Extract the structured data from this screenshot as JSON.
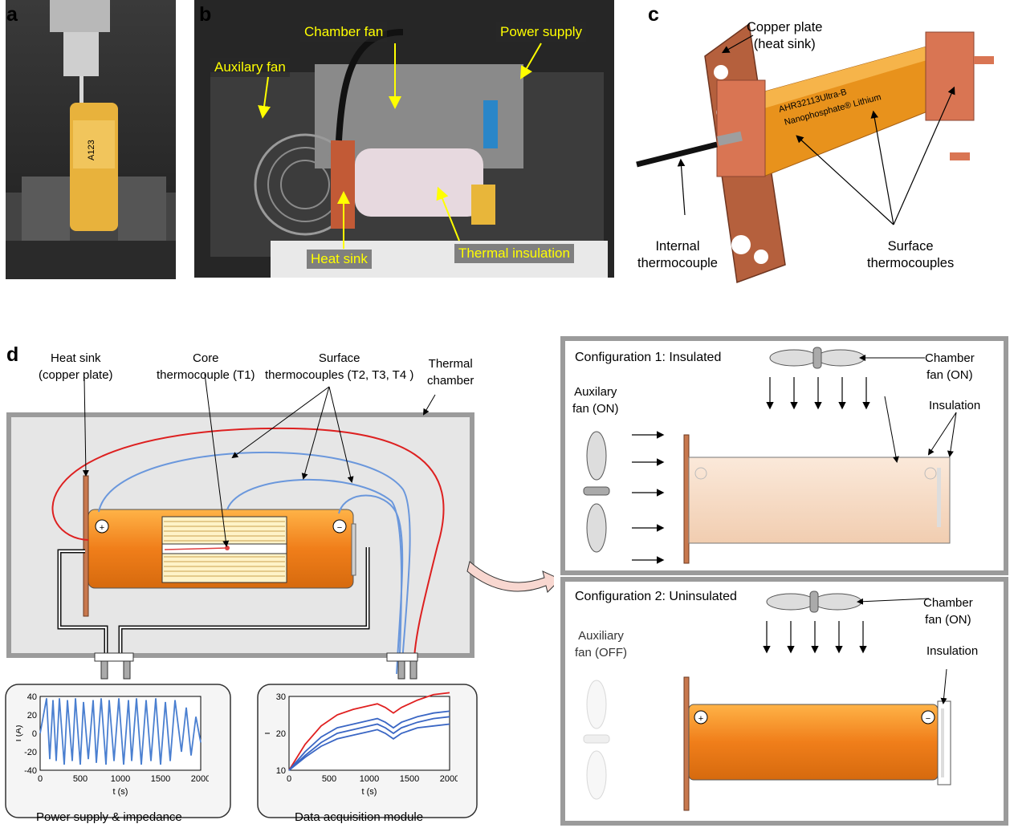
{
  "panel_a": {
    "label": "a"
  },
  "panel_b": {
    "label": "b",
    "callouts": {
      "auxiliary_fan": "Auxilary fan",
      "chamber_fan": "Chamber fan",
      "power_supply": "Power supply",
      "heat_sink": "Heat sink",
      "thermal_insulation": "Thermal insulation"
    }
  },
  "panel_c": {
    "label": "c",
    "copper_plate": [
      "Copper plate",
      "(heat sink)"
    ],
    "internal_thermocouple": [
      "Internal",
      "thermocouple"
    ],
    "surface_thermocouples": [
      "Surface",
      "thermocouples"
    ],
    "cell_print": "AHR32113Ultra-B",
    "cell_print_sub": "Nanophosphate® Lithium"
  },
  "panel_d": {
    "label": "d",
    "heat_sink": [
      "Heat sink",
      "(copper plate)"
    ],
    "core_tc": [
      "Core",
      "thermocouple (T1)"
    ],
    "surface_tc": [
      "Surface",
      "thermocouples (T2, T3, T4 )"
    ],
    "chamber": [
      "Thermal",
      "chamber"
    ],
    "plus": "+",
    "minus": "−",
    "caption_left": "Power supply & impedance",
    "caption_right": "Data acquisition module",
    "config1": {
      "title": "Configuration 1: Insulated",
      "chamber_fan": [
        "Chamber",
        "fan (ON)"
      ],
      "aux_fan": [
        "Auxilary",
        "fan (ON)"
      ],
      "insulation": "Insulation"
    },
    "config2": {
      "title": "Configuration 2: Uninsulated",
      "chamber_fan": [
        "Chamber",
        "fan (ON)"
      ],
      "aux_fan": [
        "Auxiliary",
        "fan (OFF)"
      ],
      "insulation": "Insulation"
    }
  },
  "chart_data": [
    {
      "type": "line",
      "title": "",
      "xlabel": "t (s)",
      "ylabel": "I (A)",
      "xlim": [
        0,
        2000
      ],
      "ylim": [
        -40,
        40
      ],
      "xticks": [
        0,
        500,
        1000,
        1500,
        2000
      ],
      "yticks": [
        40,
        20,
        0,
        -20,
        -40
      ],
      "series": [
        {
          "color": "#4a7fd0",
          "values": [
            [
              0,
              0
            ],
            [
              80,
              38
            ],
            [
              120,
              -28
            ],
            [
              160,
              36
            ],
            [
              200,
              -30
            ],
            [
              240,
              38
            ],
            [
              300,
              -34
            ],
            [
              340,
              36
            ],
            [
              400,
              -30
            ],
            [
              440,
              38
            ],
            [
              500,
              -34
            ],
            [
              540,
              34
            ],
            [
              600,
              -28
            ],
            [
              660,
              36
            ],
            [
              700,
              -32
            ],
            [
              760,
              38
            ],
            [
              820,
              -34
            ],
            [
              860,
              36
            ],
            [
              920,
              -30
            ],
            [
              980,
              38
            ],
            [
              1040,
              -34
            ],
            [
              1100,
              36
            ],
            [
              1140,
              -30
            ],
            [
              1200,
              38
            ],
            [
              1260,
              -34
            ],
            [
              1320,
              36
            ],
            [
              1380,
              -30
            ],
            [
              1440,
              38
            ],
            [
              1500,
              -34
            ],
            [
              1560,
              34
            ],
            [
              1620,
              -30
            ],
            [
              1680,
              36
            ],
            [
              1760,
              -20
            ],
            [
              1820,
              28
            ],
            [
              1880,
              -24
            ],
            [
              1940,
              18
            ],
            [
              2000,
              -10
            ]
          ]
        }
      ]
    },
    {
      "type": "line",
      "title": "",
      "xlabel": "t (s)",
      "ylabel": "T",
      "xlim": [
        0,
        2000
      ],
      "ylim": [
        10,
        30
      ],
      "xticks": [
        0,
        500,
        1000,
        1500,
        2000
      ],
      "yticks": [
        30,
        20,
        10
      ],
      "series": [
        {
          "color": "#e02020",
          "values": [
            [
              0,
              10
            ],
            [
              200,
              17
            ],
            [
              400,
              22
            ],
            [
              600,
              25
            ],
            [
              800,
              26.5
            ],
            [
              1000,
              27.5
            ],
            [
              1100,
              28
            ],
            [
              1200,
              27
            ],
            [
              1300,
              25.5
            ],
            [
              1400,
              27
            ],
            [
              1600,
              29
            ],
            [
              1800,
              30.5
            ],
            [
              2000,
              31
            ]
          ]
        },
        {
          "color": "#3a66c4",
          "values": [
            [
              0,
              10
            ],
            [
              200,
              15
            ],
            [
              400,
              19
            ],
            [
              600,
              21.5
            ],
            [
              800,
              22.5
            ],
            [
              1000,
              23.5
            ],
            [
              1100,
              24
            ],
            [
              1200,
              23
            ],
            [
              1300,
              21.5
            ],
            [
              1400,
              23
            ],
            [
              1600,
              24.5
            ],
            [
              1800,
              25.5
            ],
            [
              2000,
              26
            ]
          ]
        },
        {
          "color": "#3a66c4",
          "values": [
            [
              0,
              10
            ],
            [
              200,
              14
            ],
            [
              400,
              17.5
            ],
            [
              600,
              20
            ],
            [
              800,
              21
            ],
            [
              1000,
              22
            ],
            [
              1100,
              22.5
            ],
            [
              1200,
              21.5
            ],
            [
              1300,
              20
            ],
            [
              1400,
              21.5
            ],
            [
              1600,
              23
            ],
            [
              1800,
              24
            ],
            [
              2000,
              24.5
            ]
          ]
        },
        {
          "color": "#3a66c4",
          "values": [
            [
              0,
              10
            ],
            [
              200,
              13.5
            ],
            [
              400,
              16.5
            ],
            [
              600,
              18.5
            ],
            [
              800,
              19.5
            ],
            [
              1000,
              20.5
            ],
            [
              1100,
              21
            ],
            [
              1200,
              20
            ],
            [
              1300,
              18.5
            ],
            [
              1400,
              20
            ],
            [
              1600,
              21.5
            ],
            [
              1800,
              22
            ],
            [
              2000,
              22.5
            ]
          ]
        }
      ]
    }
  ]
}
